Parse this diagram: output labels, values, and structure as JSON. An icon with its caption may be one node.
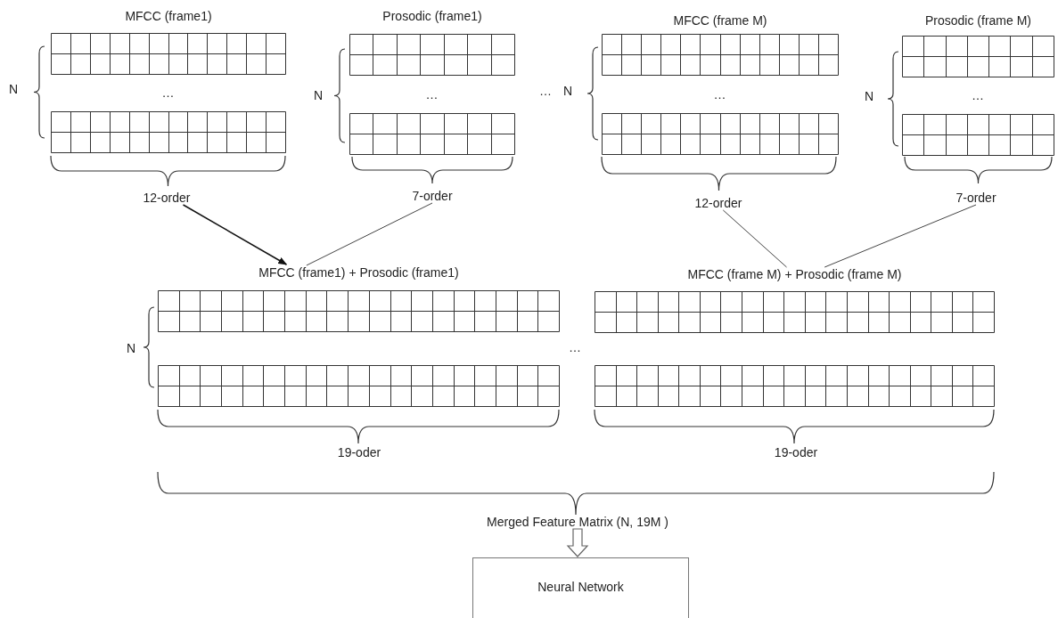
{
  "diagram": {
    "nodes": [
      {
        "text": [
          "MFCC (frame1)",
          "…"
        ]
      },
      {
        "text": [
          "Prosodic (frame1)",
          "…"
        ]
      },
      {
        "text": [
          "MFCC (frame M)",
          "…"
        ]
      },
      {
        "text": [
          "Prosodic (frame M)",
          "…"
        ]
      },
      {
        "text": [
          "12-order"
        ]
      },
      {
        "text": [
          "7-order"
        ]
      },
      {
        "text": [
          "12-order"
        ]
      },
      {
        "text": [
          "7-order"
        ]
      },
      {
        "text": [
          "MFCC (frame1) + Prosodic (frame1)"
        ]
      },
      {
        "text": [
          "MFCC (frame M) + Prosodic (frame M)"
        ]
      },
      {
        "text": [
          "Merged Feature Matrix (N, 19M )"
        ]
      },
      {
        "text": [
          "Neural Network"
        ]
      }
    ],
    "edges": [
      {
        "from": 4,
        "to": 8,
        "arrow": "to"
      },
      {
        "from": 5,
        "to": 8,
        "arrow": "none"
      },
      {
        "from": 6,
        "to": 9,
        "arrow": "none"
      },
      {
        "from": 7,
        "to": 9,
        "arrow": "none"
      },
      {
        "from": 10,
        "to": 11,
        "arrow": "to"
      }
    ],
    "labels": [
      "N",
      "N",
      "…",
      "N",
      "N",
      "N",
      "…",
      "19-oder",
      "19-oder"
    ]
  }
}
